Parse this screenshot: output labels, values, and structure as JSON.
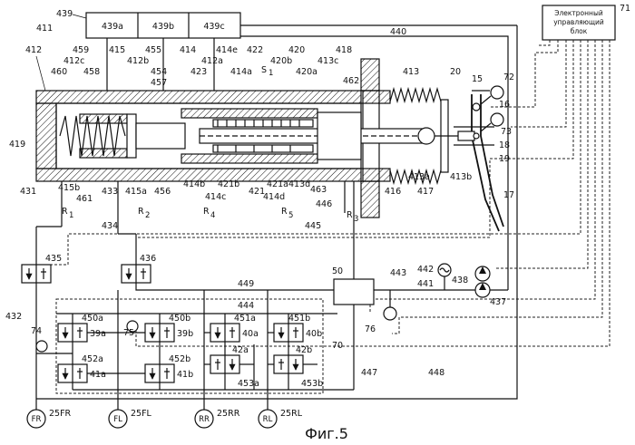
{
  "caption": "Фиг.5",
  "ecu": {
    "id": "71",
    "lines": [
      "Электронный",
      "управляющий",
      "блок"
    ]
  },
  "reservoir": {
    "id": "439",
    "sections": [
      "439a",
      "439b",
      "439c"
    ]
  },
  "wheels": [
    {
      "code": "FR",
      "id": "25FR"
    },
    {
      "code": "FL",
      "id": "25FL"
    },
    {
      "code": "RR",
      "id": "25RR"
    },
    {
      "code": "RL",
      "id": "25RL"
    }
  ],
  "valves": [
    {
      "id": "39a",
      "tag": "450a"
    },
    {
      "id": "39b",
      "tag": "450b"
    },
    {
      "id": "40a",
      "tag": "451a"
    },
    {
      "id": "40b",
      "tag": "451b"
    },
    {
      "id": "41a",
      "tag": "452a"
    },
    {
      "id": "41b",
      "tag": "452b"
    },
    {
      "id": "42a",
      "tag": "453a"
    },
    {
      "id": "42b",
      "tag": "453b"
    }
  ],
  "labels": {
    "l411": "411",
    "l412": "412",
    "l412a": "412a",
    "l412b": "412b",
    "l412c": "412c",
    "l413": "413",
    "l413a": "413a",
    "l413b": "413b",
    "l413c": "413c",
    "l413d": "413d",
    "l414": "414",
    "l414a": "414a",
    "l414b": "414b",
    "l414c": "414c",
    "l414d": "414d",
    "l414e": "414e",
    "l415": "415",
    "l415a": "415a",
    "l415b": "415b",
    "l416": "416",
    "l417": "417",
    "l418": "418",
    "l419": "419",
    "l420": "420",
    "l420a": "420a",
    "l420b": "420b",
    "l421": "421",
    "l421a": "421a",
    "l421b": "421b",
    "l422": "422",
    "l423": "423",
    "l431": "431",
    "l432": "432",
    "l433": "433",
    "l434": "434",
    "l435": "435",
    "l436": "436",
    "l437": "437",
    "l438": "438",
    "l440": "440",
    "l441": "441",
    "l442": "442",
    "l443": "443",
    "l444": "444",
    "l445": "445",
    "l446": "446",
    "l447": "447",
    "l448": "448",
    "l449": "449",
    "l454": "454",
    "l455": "455",
    "l456": "456",
    "l457": "457",
    "l458": "458",
    "l459": "459",
    "l460": "460",
    "l461": "461",
    "l462": "462",
    "l463": "463",
    "l15": "15",
    "l16": "16",
    "l17": "17",
    "l18": "18",
    "l19": "19",
    "l20": "20",
    "l50": "50",
    "l70": "70",
    "l72": "72",
    "l73": "73",
    "l74": "74",
    "l75": "75",
    "l76": "76",
    "r1": "R",
    "r1s": "1",
    "r2": "R",
    "r2s": "2",
    "r3": "R",
    "r3s": "3",
    "r4": "R",
    "r4s": "4",
    "r5": "R",
    "r5s": "5",
    "s1": "S",
    "s1s": "1"
  }
}
